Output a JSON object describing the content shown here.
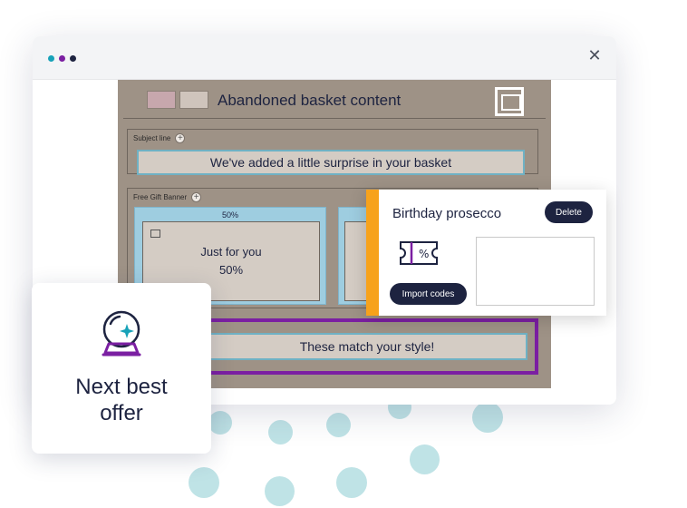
{
  "window": {
    "close_icon": "close-icon",
    "dot_colors": [
      "#17a2b8",
      "#7b1fa2",
      "#1d2340"
    ]
  },
  "canvas": {
    "title": "Abandoned basket content",
    "image_icon": "image-icon",
    "subject_section": {
      "label": "Subject line",
      "value": "We've added a little surprise in your basket"
    },
    "gift_section": {
      "label": "Free Gift Banner",
      "card_header": "50%",
      "card_line1": "Just for you",
      "card_line2": "50%"
    },
    "style_field": "These match your style!"
  },
  "popup": {
    "title": "Birthday prosecco",
    "delete_label": "Delete",
    "import_label": "Import codes",
    "coupon_icon": "coupon-icon",
    "accent_color": "#f7a21b"
  },
  "next_best_offer": {
    "line1": "Next best",
    "line2": "offer",
    "icon": "crystal-ball-icon"
  },
  "colors": {
    "navy": "#1d2340",
    "purple": "#7b1fa2",
    "teal": "#6fb1c4",
    "orange": "#f7a21b"
  }
}
